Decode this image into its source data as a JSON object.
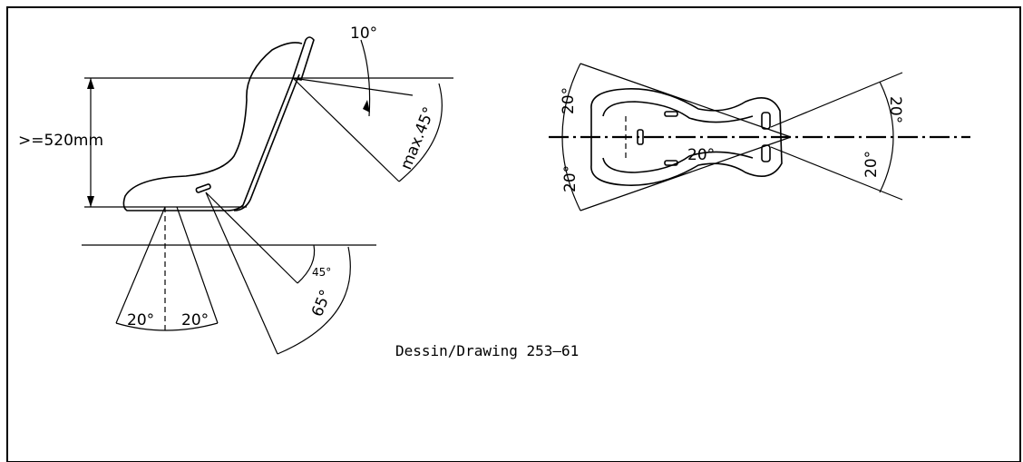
{
  "labels": {
    "height_min": ">=520mm",
    "back_tilt": "10°",
    "back_max": "max.45°",
    "belt_left": "20°",
    "belt_right": "20°",
    "belt_45": "45°",
    "belt_65": "65°",
    "top_upper": "20°",
    "top_lower": "20°",
    "top_center": "20°",
    "top_right_upper": "20°",
    "top_right_lower": "20°"
  },
  "caption": "Dessin/Drawing 253–61"
}
